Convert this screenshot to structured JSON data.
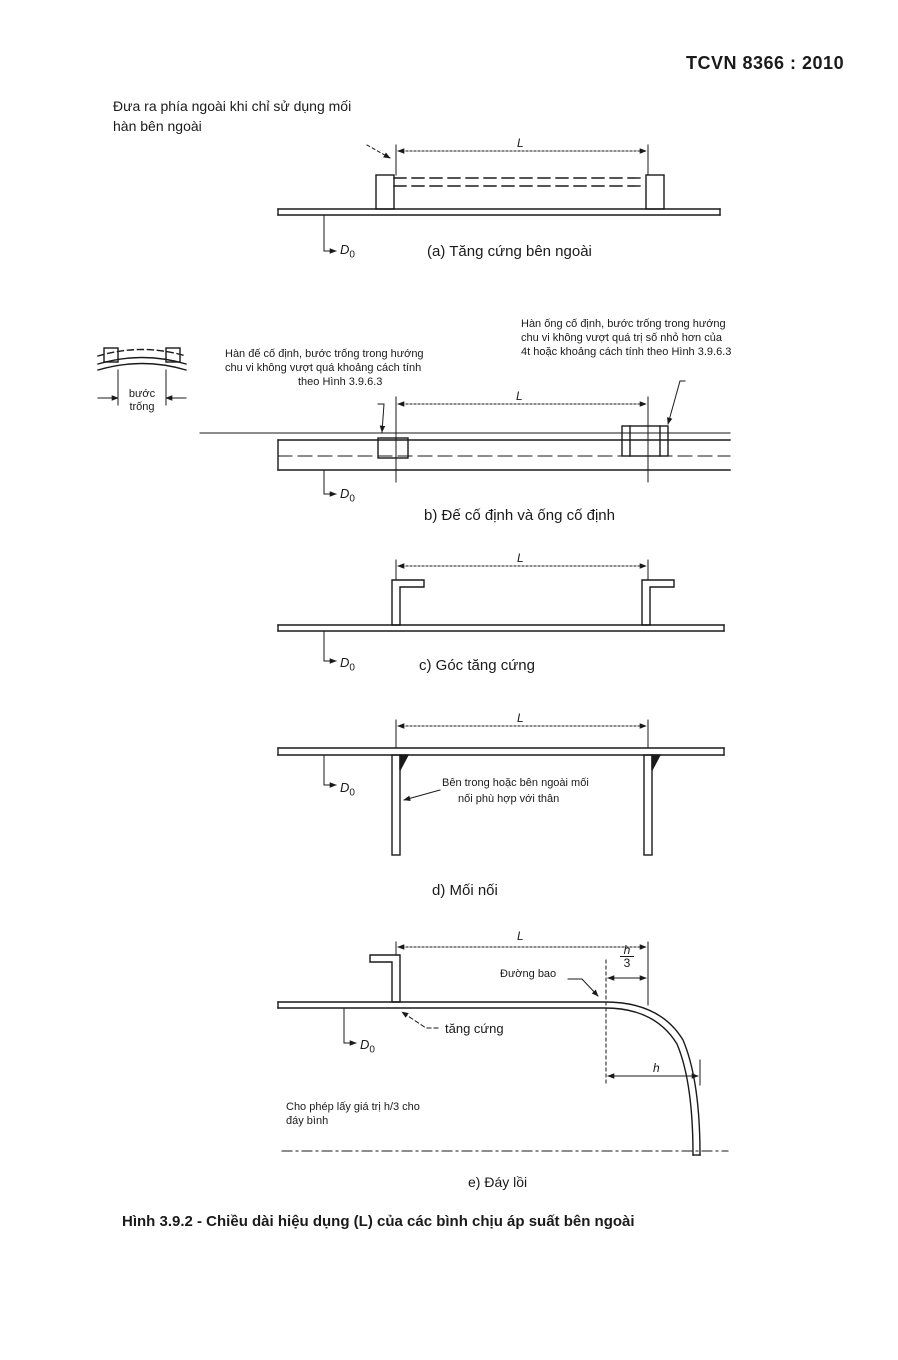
{
  "header": {
    "standard": "TCVN 8366 : 2010"
  },
  "diagram_a": {
    "note_line1": "Đưa ra phía ngoài khi chỉ sử dụng mối",
    "note_line2": "hàn bên ngoài",
    "dim_label": "L",
    "d0_main": "D",
    "d0_sub": "0",
    "caption": "(a) Tăng cứng bên ngoài"
  },
  "diagram_b": {
    "inset_label_line1": "bước",
    "inset_label_line2": "trống",
    "left_note_line1": "Hàn đế cố định, bước trống trong hướng",
    "left_note_line2": "chu vi không vượt quá khoảng cách tính",
    "left_note_line3": "theo Hình 3.9.6.3",
    "right_note_line1": "Hàn ống cố định, bước trống trong hướng",
    "right_note_line2": "chu vi không vượt quá trị số nhỏ hơn của",
    "right_note_line3": "4t hoặc khoảng cách tính theo Hình 3.9.6.3",
    "dim_label": "L",
    "d0_main": "D",
    "d0_sub": "0",
    "caption": "b) Đế cố định và ống cố định"
  },
  "diagram_c": {
    "dim_label": "L",
    "d0_main": "D",
    "d0_sub": "0",
    "caption": "c) Góc tăng cứng"
  },
  "diagram_d": {
    "dim_label": "L",
    "d0_main": "D",
    "d0_sub": "0",
    "note_line1": "Bên trong hoặc bên ngoài mối",
    "note_line2": "nối phù hợp với thân",
    "caption": "d) Mối nối"
  },
  "diagram_e": {
    "dim_label": "L",
    "h_over_3_num": "h",
    "h_over_3_den": "3",
    "contour_label": "Đường bao",
    "stiffener_label": "tăng cứng",
    "h_label": "h",
    "d0_main": "D",
    "d0_sub": "0",
    "note_line1": "Cho phép lấy giá trị h/3 cho",
    "note_line2": "đáy bình",
    "caption": "e) Đáy lồi"
  },
  "figure_caption": "Hình 3.9.2  - Chiều dài hiệu dụng (L) của các bình chịu áp suất bên ngoài",
  "colors": {
    "ink": "#1a1a1a",
    "paper": "#ffffff"
  }
}
